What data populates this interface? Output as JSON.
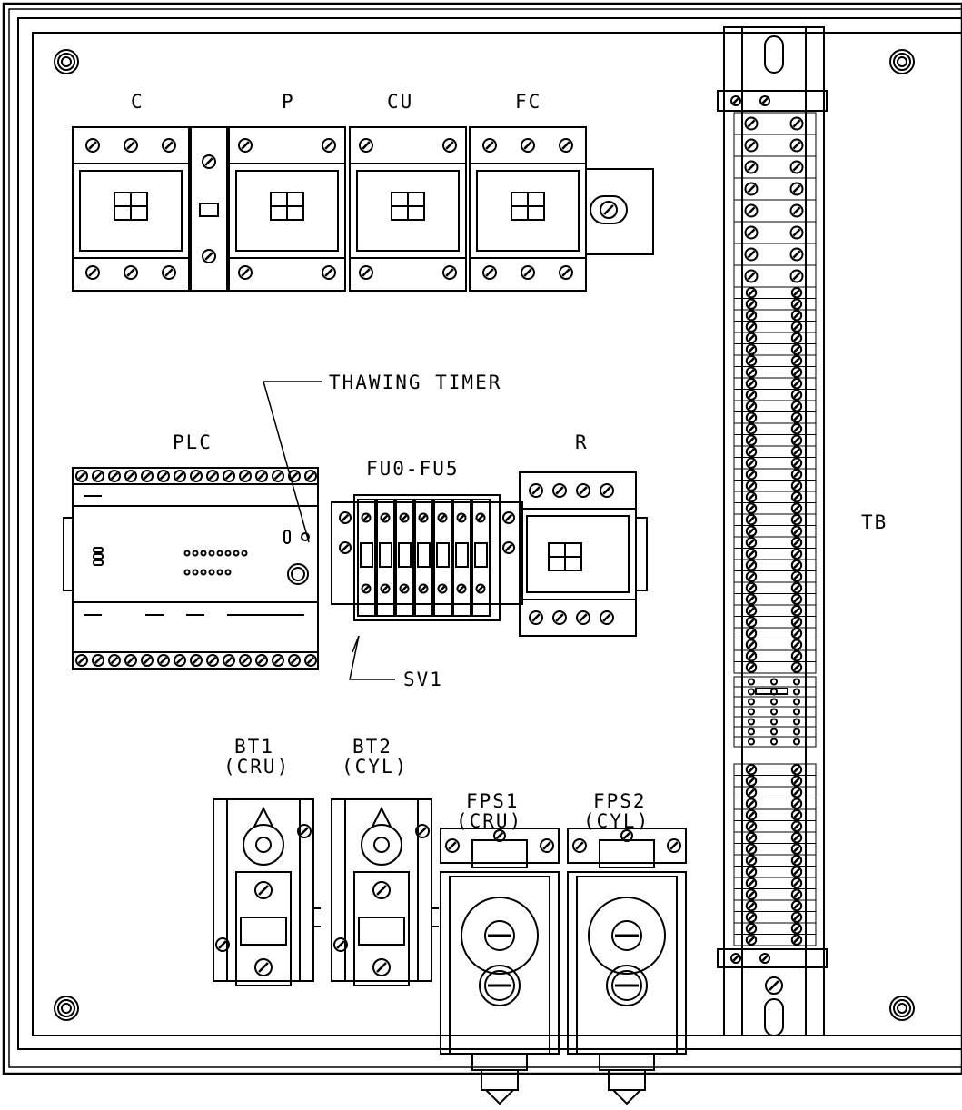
{
  "labels": {
    "contactor_c": "C",
    "contactor_p": "P",
    "contactor_cu": "CU",
    "contactor_fc": "FC",
    "thawing_timer": "THAWING TIMER",
    "plc": "PLC",
    "fuses": "FU0-FU5",
    "relay_r": "R",
    "terminal_block": "TB",
    "solenoid_valve": "SV1",
    "bt1_name": "BT1",
    "bt1_sub": "(CRU)",
    "bt2_name": "BT2",
    "bt2_sub": "(CYL)",
    "fps1_name": "FPS1",
    "fps1_sub": "(CRU)",
    "fps2_name": "FPS2",
    "fps2_sub": "(CYL)"
  },
  "colors": {
    "line": "#000000",
    "background": "#ffffff"
  }
}
